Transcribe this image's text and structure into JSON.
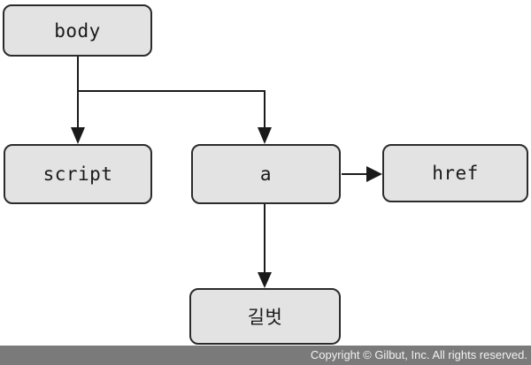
{
  "diagram": {
    "type": "tree",
    "nodes": {
      "body": {
        "label": "body"
      },
      "script": {
        "label": "script"
      },
      "a": {
        "label": "a"
      },
      "href": {
        "label": "href"
      },
      "gilbut": {
        "label": "길벗"
      }
    },
    "edges": [
      {
        "from": "body",
        "to": "script",
        "arrow": "down"
      },
      {
        "from": "body",
        "to": "a",
        "arrow": "down"
      },
      {
        "from": "a",
        "to": "href",
        "arrow": "right"
      },
      {
        "from": "a",
        "to": "gilbut",
        "arrow": "down"
      }
    ],
    "colors": {
      "node_fill": "#e3e3e3",
      "node_border": "#2b2b2b",
      "line": "#1a1a1a"
    }
  },
  "footer": {
    "copyright": "Copyright © Gilbut, Inc. All rights reserved.",
    "background": "#7a7a7a",
    "text_color": "#f2f2f2"
  }
}
